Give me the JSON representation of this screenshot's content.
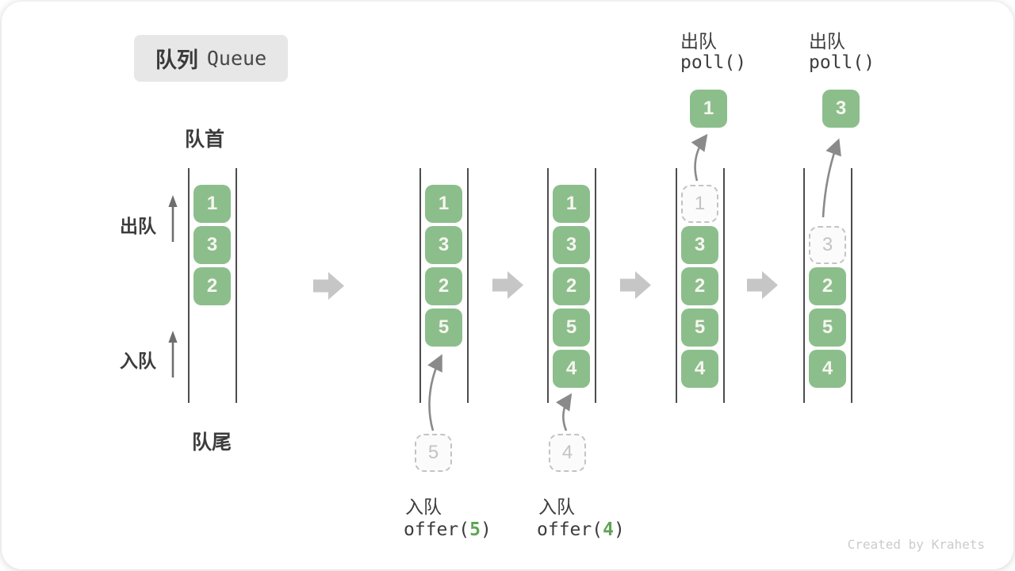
{
  "title": {
    "zh": "队列",
    "en": "Queue"
  },
  "labels": {
    "front": "队首",
    "rear": "队尾",
    "dequeue_side": "出队",
    "enqueue_side": "入队"
  },
  "ops": {
    "poll1": {
      "zh": "出队",
      "code": "poll()"
    },
    "poll2": {
      "zh": "出队",
      "code": "poll()"
    },
    "offer5": {
      "zh": "入队",
      "pre": "offer(",
      "arg": "5",
      "post": ")"
    },
    "offer4": {
      "zh": "入队",
      "pre": "offer(",
      "arg": "4",
      "post": ")"
    }
  },
  "poll_results": [
    "1",
    "3"
  ],
  "columns": [
    {
      "cells": [
        "1",
        "3",
        "2"
      ]
    },
    {
      "cells": [
        "1",
        "3",
        "2",
        "5"
      ],
      "incoming": "5"
    },
    {
      "cells": [
        "1",
        "3",
        "2",
        "5",
        "4"
      ],
      "incoming": "4"
    },
    {
      "removed": "1",
      "cells": [
        "3",
        "2",
        "5",
        "4"
      ]
    },
    {
      "removed": "3",
      "cells": [
        "2",
        "5",
        "4"
      ]
    }
  ],
  "credit": "Created by Krahets",
  "colors": {
    "box_green": "#8cbe8c",
    "code_green": "#5fa555",
    "block_arrow_gray": "#c6c6c6",
    "dashed_gray": "#c3c3c3",
    "rail_gray": "#4d4d4d",
    "badge_bg": "#e7e7e7"
  }
}
